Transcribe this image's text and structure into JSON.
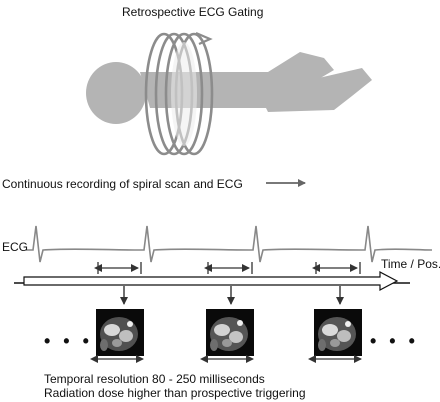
{
  "title": "Retrospective ECG Gating",
  "continuous_label": "Continuous recording of spiral scan and ECG",
  "ecg_label": "ECG",
  "axis_label": "Time / Pos.",
  "ellipsis": "• • •",
  "footer": {
    "line1": "Temporal resolution 80 - 250 milliseconds",
    "line2": "Radiation dose higher than prospective triggering"
  },
  "colors": {
    "patient": "#b4b4b4",
    "coil": "#8c8c8c",
    "ecg_trace": "#888888",
    "arrow": "#333333"
  },
  "icons": [
    "patient-silhouette-icon",
    "scanner-spiral-icon",
    "ct-heart-image-icon"
  ]
}
